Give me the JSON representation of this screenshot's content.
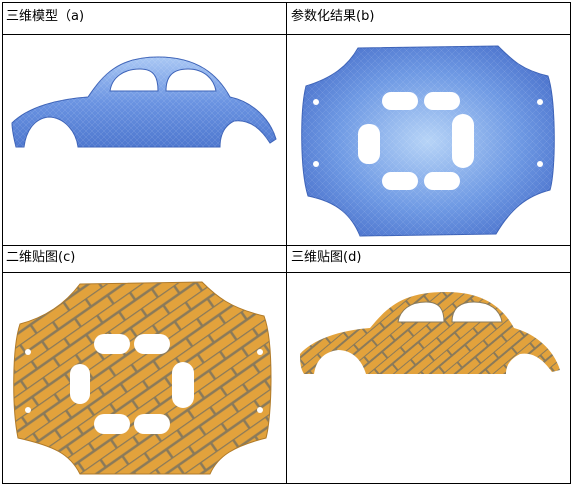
{
  "cells": [
    {
      "caption": "三维模型（a)"
    },
    {
      "caption": "参数化结果(b)"
    },
    {
      "caption": "二维贴图(c)"
    },
    {
      "caption": "三维贴图(d)"
    }
  ],
  "colors": {
    "model_blue": "#5a86dd",
    "model_blue_light": "#9cc0f4",
    "texture_orange": "#e2a23c",
    "texture_mortar": "#8a7a5a"
  }
}
